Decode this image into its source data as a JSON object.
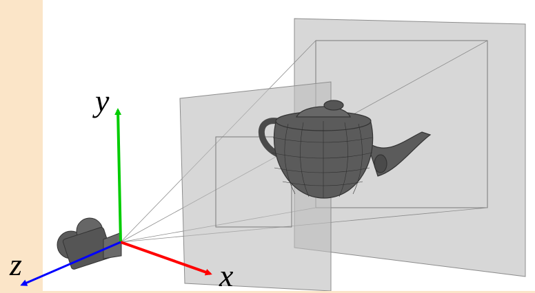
{
  "labels": {
    "x": "x",
    "y": "y",
    "z": "z"
  },
  "colors": {
    "background": "#fbe5c8",
    "x_axis": "#ff0000",
    "y_axis": "#00cc00",
    "z_axis": "#0000ff",
    "plane": "#c9c9c9",
    "teapot": "#5b5b5b"
  },
  "icons": [
    "camera-icon",
    "teapot-icon"
  ]
}
